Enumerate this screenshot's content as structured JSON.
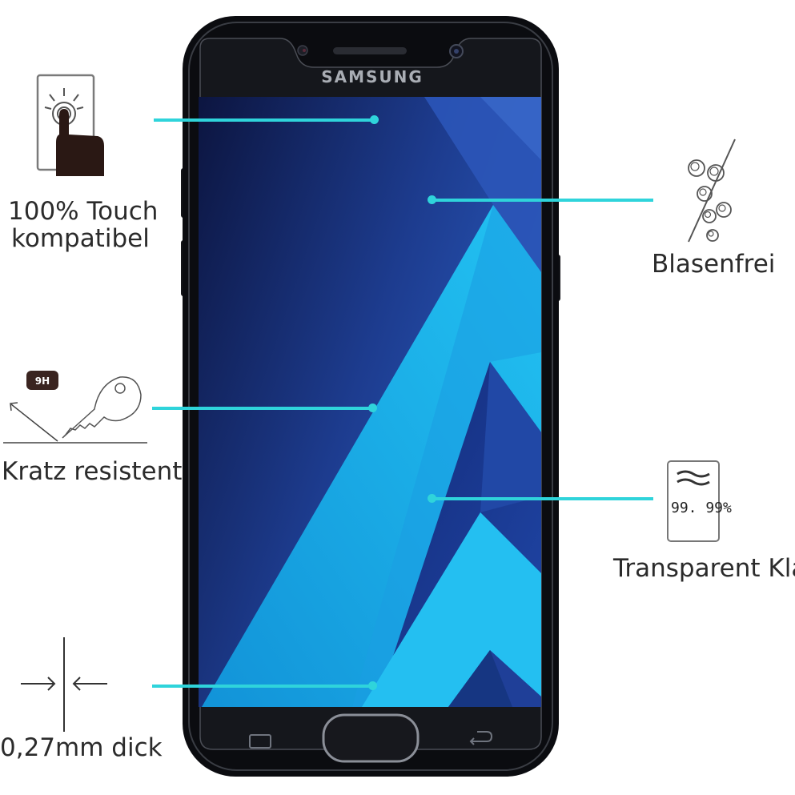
{
  "phone": {
    "brand": "SAMSUNG",
    "colors": {
      "body": "#0d0e12",
      "screen_dark": "#0f1a4a",
      "screen_mid": "#1f47a7",
      "accent_cyan": "#1bb4ec",
      "callout": "#2fd4db"
    },
    "nav_icons": [
      "recent-apps-icon",
      "home-button",
      "back-icon"
    ]
  },
  "features": {
    "touch": {
      "line1": "100% Touch",
      "line2": "kompatibel",
      "icon": "touch-finger-icon"
    },
    "hardness": {
      "badge": "9H",
      "label": "Kratz resistent",
      "icon": "key-scratch-icon"
    },
    "thickness": {
      "label": "0,27mm dick",
      "icon": "thickness-arrows-icon"
    },
    "bubbles": {
      "label": "Blasenfrei",
      "icon": "no-bubbles-icon"
    },
    "clarity": {
      "value": "99. 99%",
      "label": "Transparent Klar",
      "icon": "clarity-card-icon"
    }
  }
}
